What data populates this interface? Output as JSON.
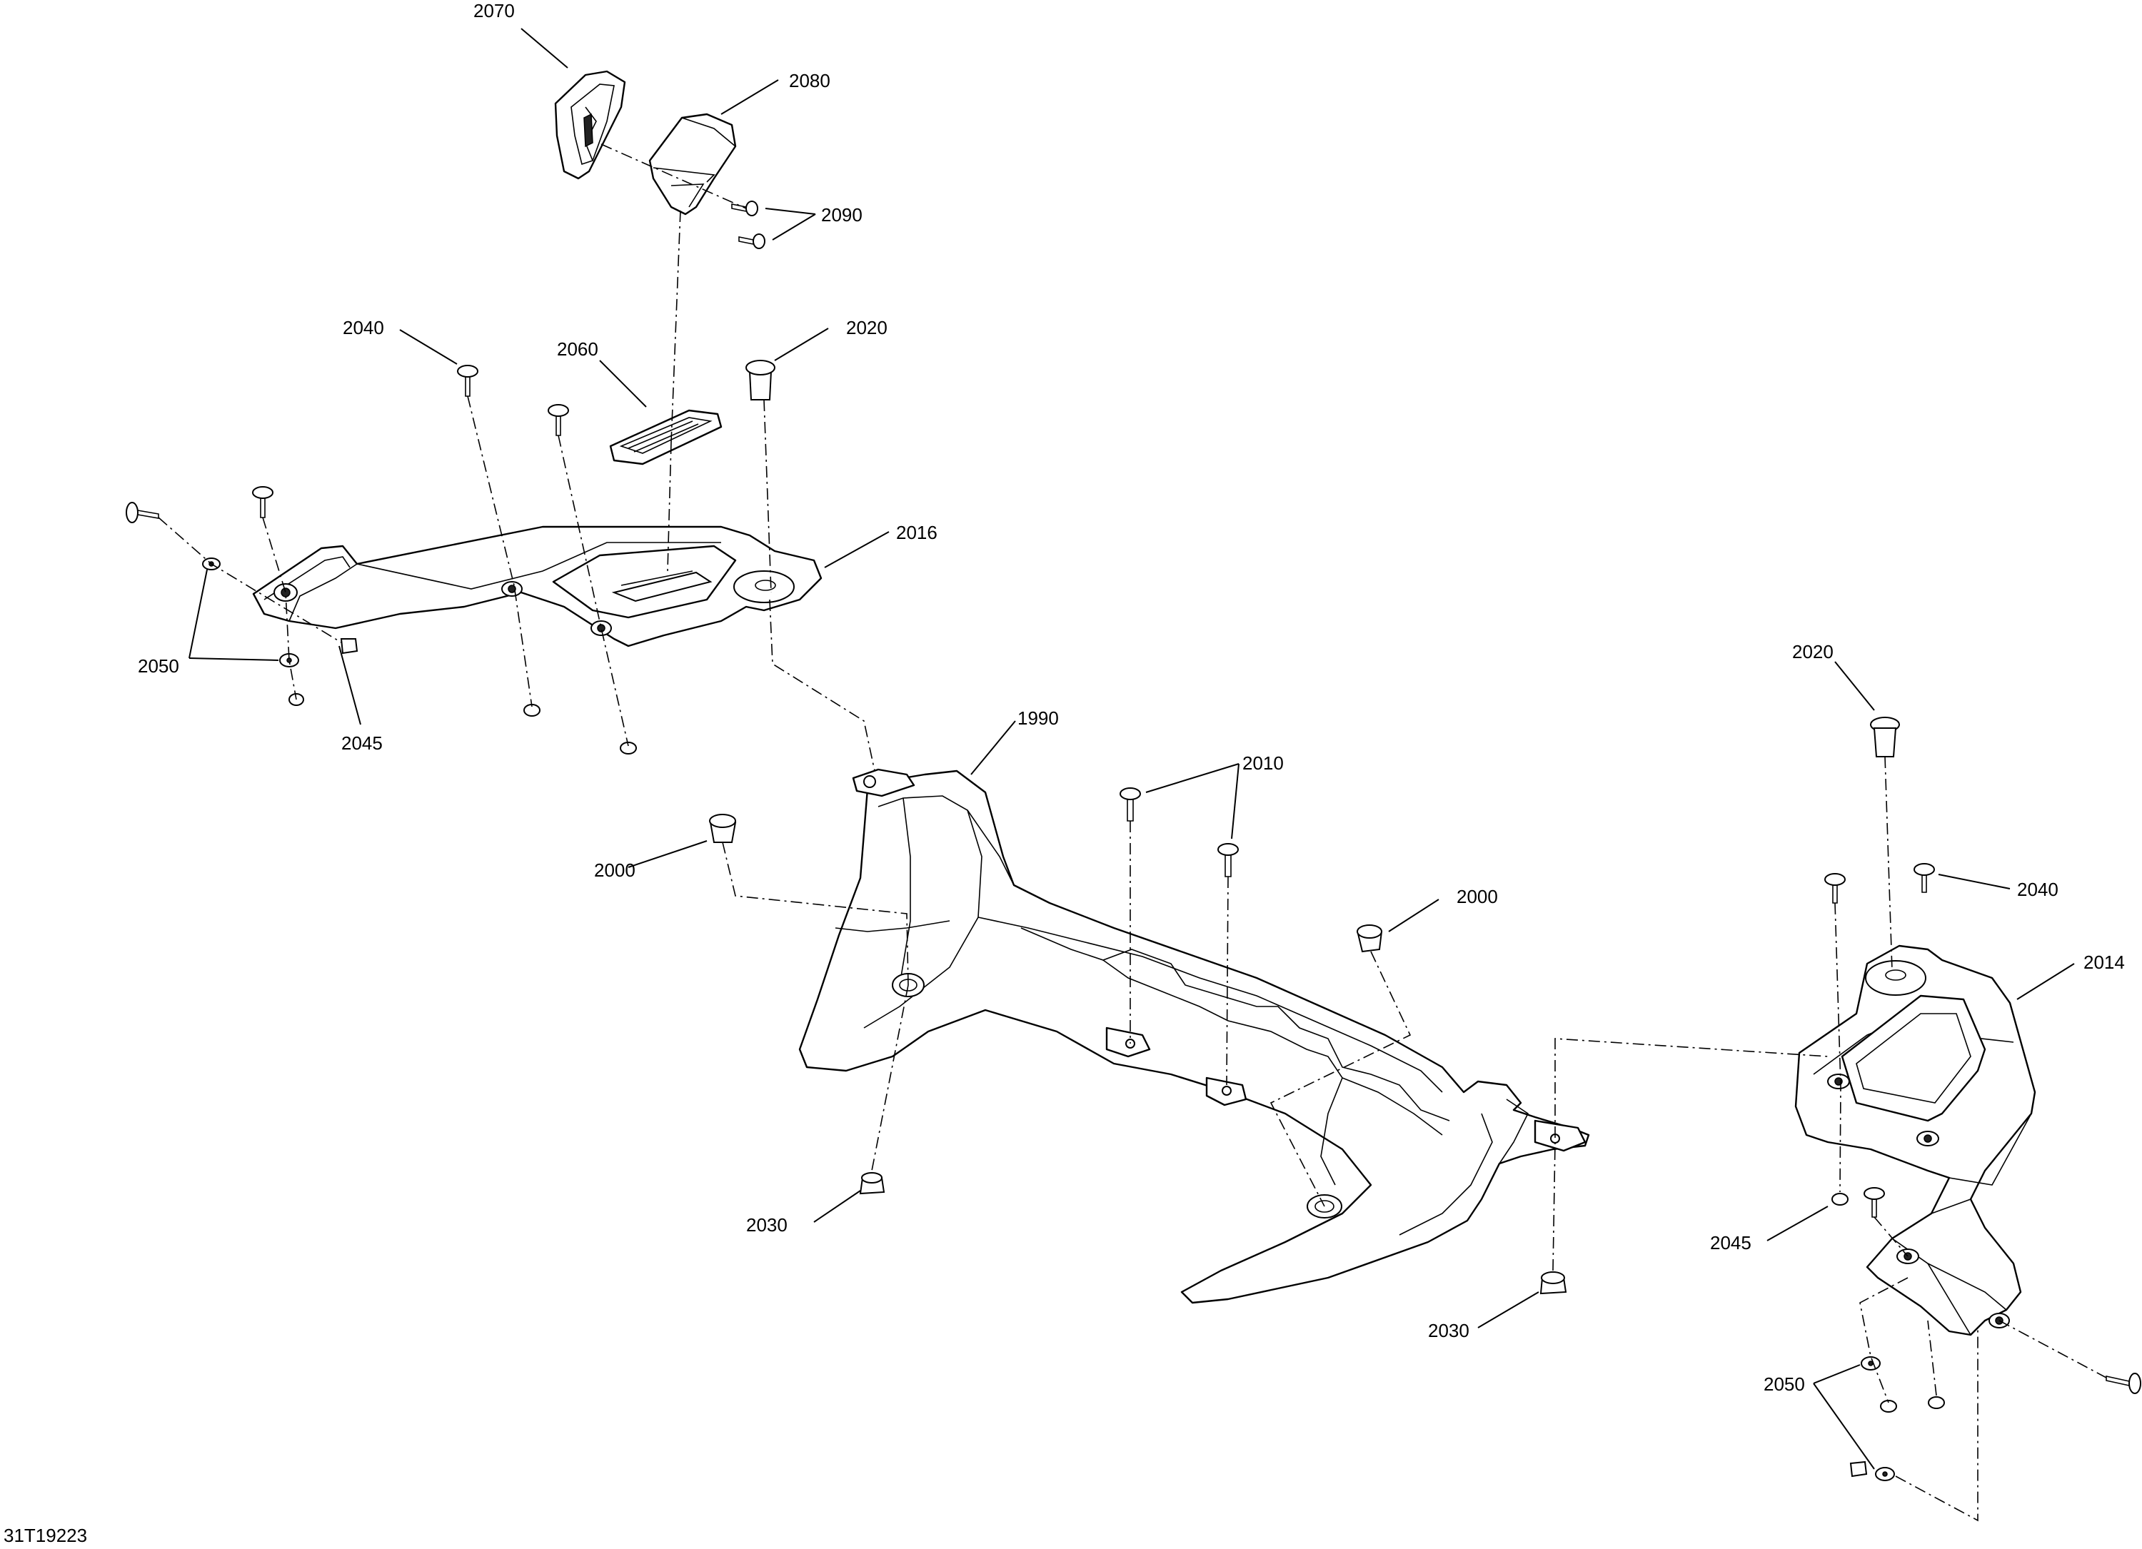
{
  "diagram": {
    "code": "31T19223",
    "callouts": [
      {
        "id": "2070",
        "text": "2070"
      },
      {
        "id": "2080",
        "text": "2080"
      },
      {
        "id": "2090",
        "text": "2090"
      },
      {
        "id": "2040a",
        "text": "2040"
      },
      {
        "id": "2060",
        "text": "2060"
      },
      {
        "id": "2020a",
        "text": "2020"
      },
      {
        "id": "2016",
        "text": "2016"
      },
      {
        "id": "2050a",
        "text": "2050"
      },
      {
        "id": "2045a",
        "text": "2045"
      },
      {
        "id": "1990",
        "text": "1990"
      },
      {
        "id": "2010",
        "text": "2010"
      },
      {
        "id": "2000a",
        "text": "2000"
      },
      {
        "id": "2000b",
        "text": "2000"
      },
      {
        "id": "2020b",
        "text": "2020"
      },
      {
        "id": "2040b",
        "text": "2040"
      },
      {
        "id": "2014",
        "text": "2014"
      },
      {
        "id": "2030a",
        "text": "2030"
      },
      {
        "id": "2045b",
        "text": "2045"
      },
      {
        "id": "2030b",
        "text": "2030"
      },
      {
        "id": "2050b",
        "text": "2050"
      }
    ]
  }
}
